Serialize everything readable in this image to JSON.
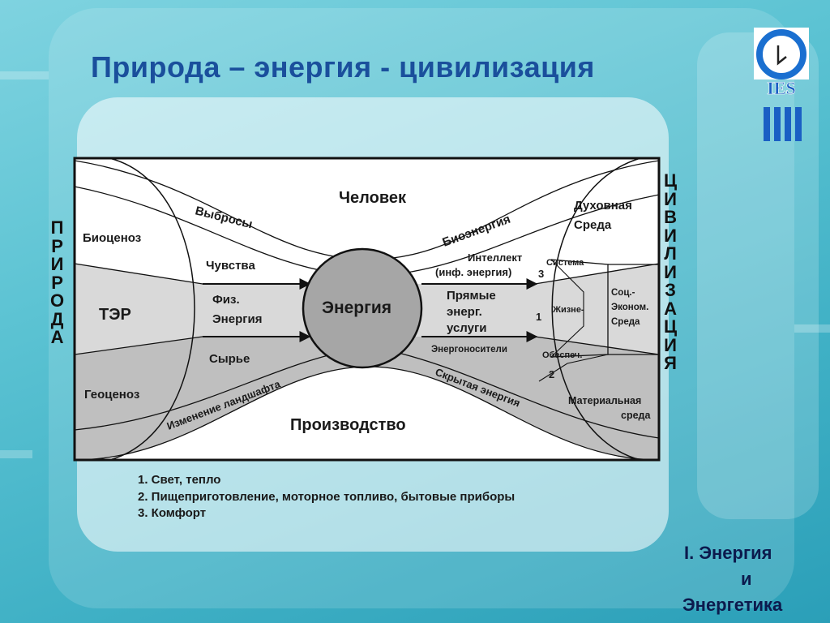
{
  "title": "Природа – энергия - цивилизация",
  "left_vertical": [
    "П",
    "Р",
    "И",
    "Р",
    "О",
    "Д",
    "А"
  ],
  "right_vertical": [
    "Ц",
    "И",
    "В",
    "И",
    "Л",
    "И",
    "З",
    "А",
    "Ц",
    "И",
    "Я"
  ],
  "logo": {
    "text": "IES",
    "icon": "plug-circle-icon"
  },
  "diagram": {
    "chelovek": "Человек",
    "proizvodstvo": "Производство",
    "energiya": "Энергия",
    "biotsenoz": "Биоценоз",
    "ter": "ТЭР",
    "geotsenoz": "Геоценоз",
    "vybrosy": "Выбросы",
    "chuvstva": "Чувства",
    "fiz_line1": "Физ.",
    "fiz_line2": "Энергия",
    "syrye": "Сырье",
    "izmenenie": "Изменение ландшафта",
    "bioenergiya": "Биоэнергия",
    "intellekt_line1": "Интеллект",
    "intellekt_line2": "(инф. энергия)",
    "num3": "3",
    "pryamye_line1": "Прямые",
    "pryamye_line2": "энерг.",
    "pryamye_line3": "услуги",
    "num1": "1",
    "energonositeli": "Энергоносители",
    "num2": "2",
    "skrytaya": "Скрытая энергия",
    "sistema": "Система",
    "zhizne": "Жизне-",
    "obespech": "Обеспеч.",
    "dukhovnaya_line1": "Духовная",
    "dukhovnaya_line2": "Среда",
    "sots_line1": "Соц.-",
    "sots_line2": "Эконом.",
    "sots_line3": "Среда",
    "material_line1": "Материальная",
    "material_line2": "среда"
  },
  "notes": [
    "1. Свет, тепло",
    "2. Пищеприготовление, моторное топливо, бытовые приборы",
    "3. Комфорт"
  ],
  "section": {
    "line1": "I. Энергия",
    "line2": "и",
    "line3": "Энергетика"
  },
  "colors": {
    "title": "#1a4f9c",
    "band_light": "#d9d9d9",
    "band_dark": "#bfbfbf",
    "circle": "#a6a6a6"
  }
}
